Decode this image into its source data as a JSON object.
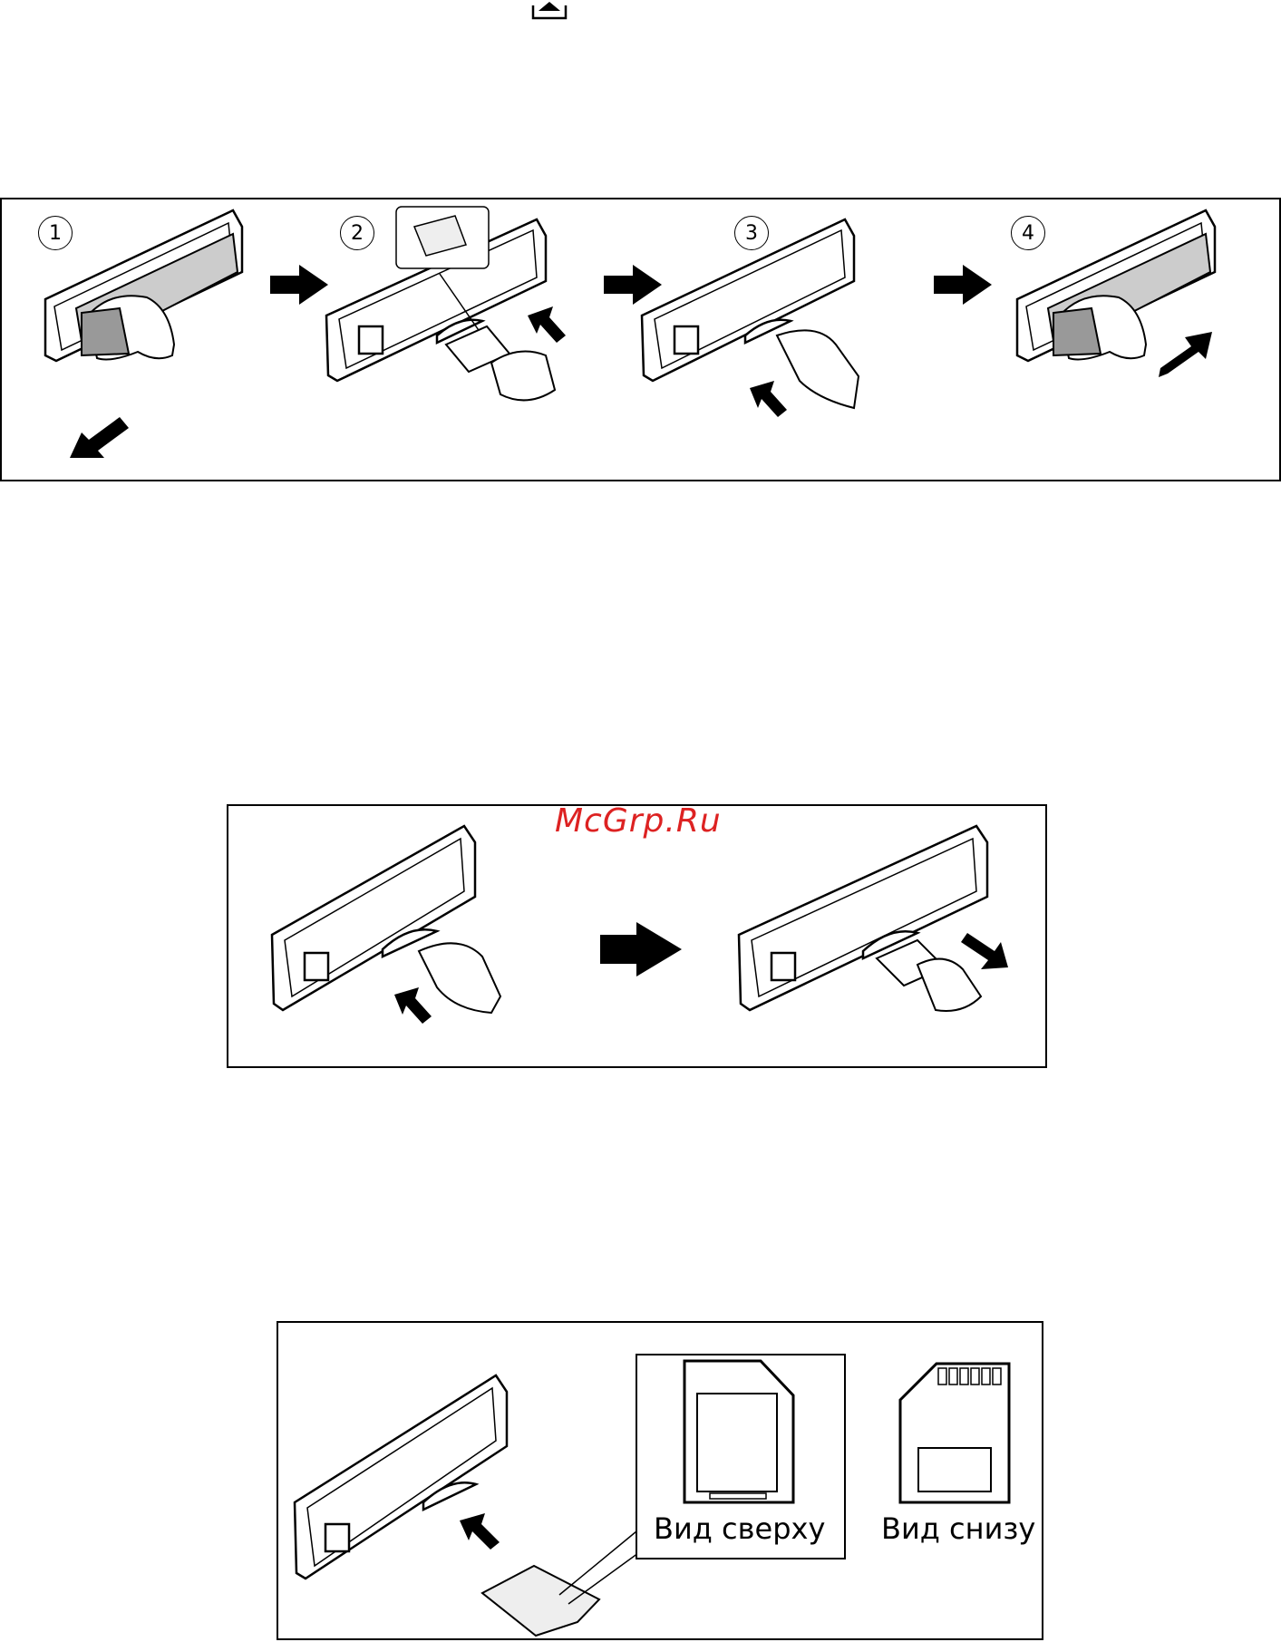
{
  "watermark": "McGrp.Ru",
  "steps": [
    "1",
    "2",
    "3",
    "4"
  ],
  "card_views": {
    "top": "Вид сверху",
    "bottom": "Вид снизу"
  },
  "icons": [
    "eject-icon",
    "arrow-right-icon",
    "hand-icon",
    "sd-card-icon",
    "faceplate-icon"
  ]
}
